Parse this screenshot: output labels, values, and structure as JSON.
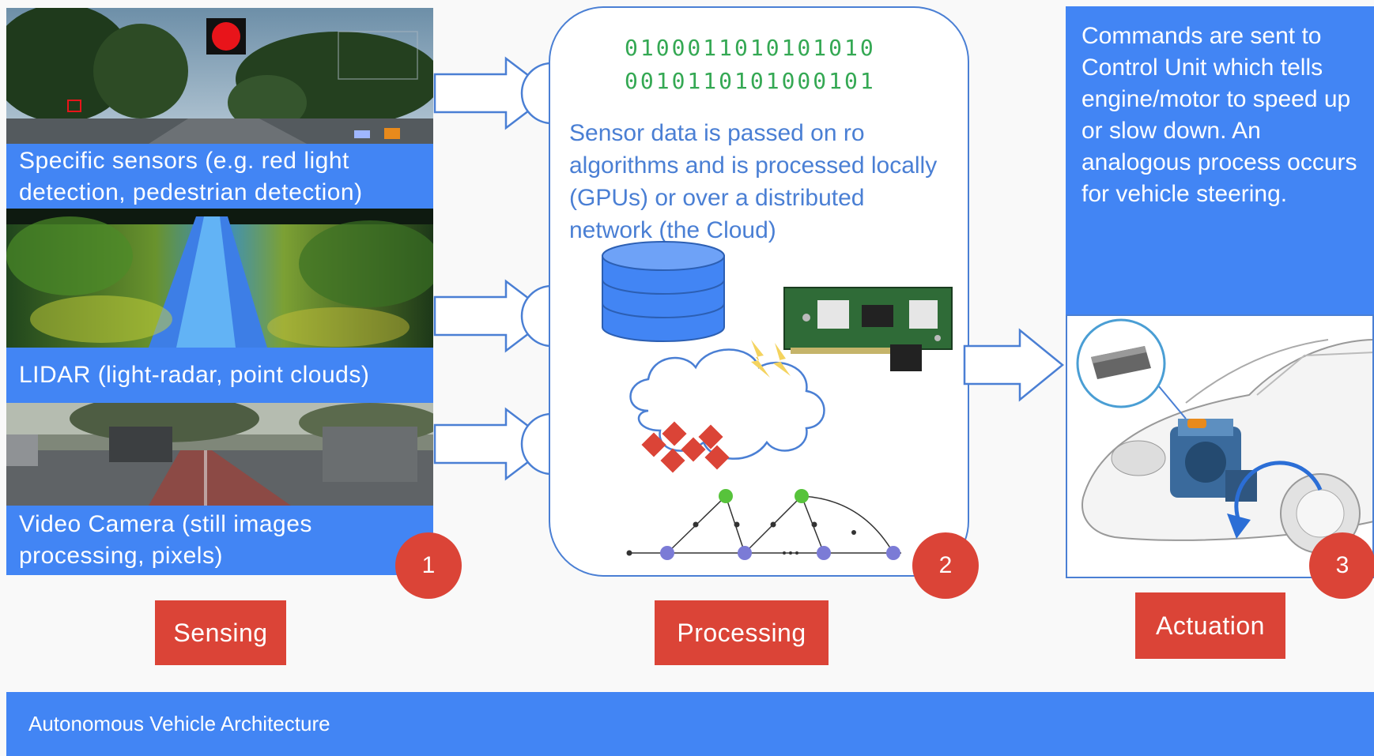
{
  "sensing": {
    "items": [
      {
        "caption": "Specific sensors (e.g. red light detection, pedestrian detection)"
      },
      {
        "caption": "LIDAR (light-radar, point clouds)"
      },
      {
        "caption": "Video Camera (still images processing, pixels)"
      }
    ],
    "badge": "1",
    "label": "Sensing"
  },
  "processing": {
    "binary_line1": "0100011010101010",
    "binary_line2": "0010110101000101",
    "description": "Sensor data is passed on ro algorithms and is processed locally (GPUs) or over a distributed network (the Cloud)",
    "badge": "2",
    "label": "Processing"
  },
  "actuation": {
    "description": "Commands are sent to Control Unit which tells engine/motor to speed up or slow down. An analogous process occurs for vehicle steering.",
    "badge": "3",
    "label": "Actuation"
  },
  "footer": {
    "title": "Autonomous Vehicle Architecture"
  },
  "colors": {
    "primary_blue": "#4285f4",
    "accent_red": "#db4437",
    "binary_green": "#34a853",
    "text_blue": "#4a7fd4"
  }
}
